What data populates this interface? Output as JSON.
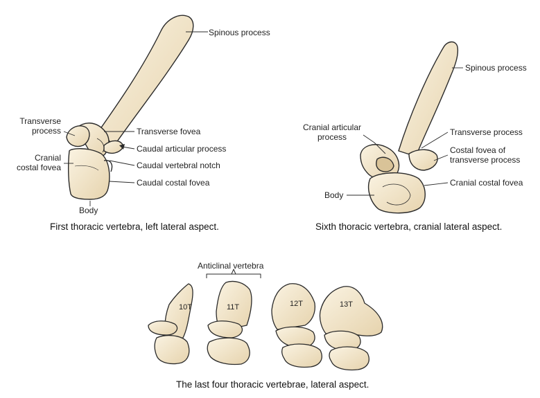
{
  "figure1": {
    "caption": "First thoracic vertebra, left lateral aspect.",
    "labels": {
      "spinous_process": "Spinous process",
      "transverse_process_1": "Transverse",
      "transverse_process_2": "process",
      "transverse_fovea": "Transverse fovea",
      "caudal_articular_process": "Caudal articular process",
      "cranial_costal_fovea_1": "Cranial",
      "cranial_costal_fovea_2": "costal fovea",
      "caudal_vertebral_notch": "Caudal vertebral notch",
      "caudal_costal_fovea": "Caudal costal fovea",
      "body": "Body"
    }
  },
  "figure2": {
    "caption": "Sixth thoracic vertebra, cranial lateral aspect.",
    "labels": {
      "spinous_process": "Spinous process",
      "cranial_articular_process_1": "Cranial articular",
      "cranial_articular_process_2": "process",
      "transverse_process": "Transverse process",
      "costal_fovea_1": "Costal fovea of",
      "costal_fovea_2": "transverse process",
      "body": "Body",
      "cranial_costal_fovea": "Cranial costal fovea"
    }
  },
  "figure3": {
    "caption": "The last four thoracic vertebrae, lateral aspect.",
    "anticlinal_label": "Anticlinal vertebra",
    "vertebra_tags": [
      "10T",
      "11T",
      "12T",
      "13T"
    ]
  },
  "colors": {
    "bone_fill": "#f4e9d2",
    "bone_shadow": "#e3cfa6",
    "outline": "#2a2a2a",
    "text": "#222222"
  }
}
